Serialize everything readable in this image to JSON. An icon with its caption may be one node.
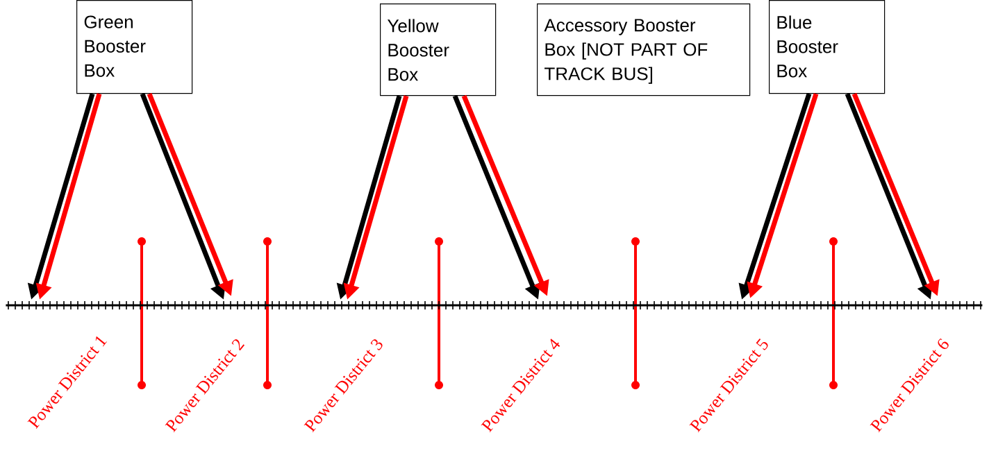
{
  "diagram": {
    "nodes": [
      {
        "text": [
          "Green Booster Box"
        ]
      },
      {
        "text": [
          "Yellow Booster Box"
        ]
      },
      {
        "text": [
          "Accessory Booster Box [NOT PART OF TRACK BUS]"
        ]
      },
      {
        "text": [
          "Blue Booster Box"
        ]
      },
      {
        "text": [],
        "shape": "bar"
      }
    ],
    "edges": [
      {
        "from": 0,
        "to": 4,
        "arrow": "to"
      },
      {
        "from": 0,
        "to": 4,
        "arrow": "to",
        "color": "#ff0000"
      },
      {
        "from": 0,
        "to": 4,
        "arrow": "to"
      },
      {
        "from": 0,
        "to": 4,
        "arrow": "to",
        "color": "#ff0000"
      },
      {
        "from": 1,
        "to": 4,
        "arrow": "to"
      },
      {
        "from": 1,
        "to": 4,
        "arrow": "to",
        "color": "#ff0000"
      },
      {
        "from": 1,
        "to": 4,
        "arrow": "to"
      },
      {
        "from": 1,
        "to": 4,
        "arrow": "to",
        "color": "#ff0000"
      },
      {
        "from": 3,
        "to": 4,
        "arrow": "to"
      },
      {
        "from": 3,
        "to": 4,
        "arrow": "to",
        "color": "#ff0000"
      },
      {
        "from": 3,
        "to": 4,
        "arrow": "to"
      },
      {
        "from": 3,
        "to": 4,
        "arrow": "to",
        "color": "#ff0000"
      }
    ],
    "labels": [
      "Power District 1",
      "Power District 2",
      "Power District 3",
      "Power District 4",
      "Power District 5",
      "Power District 6"
    ]
  }
}
